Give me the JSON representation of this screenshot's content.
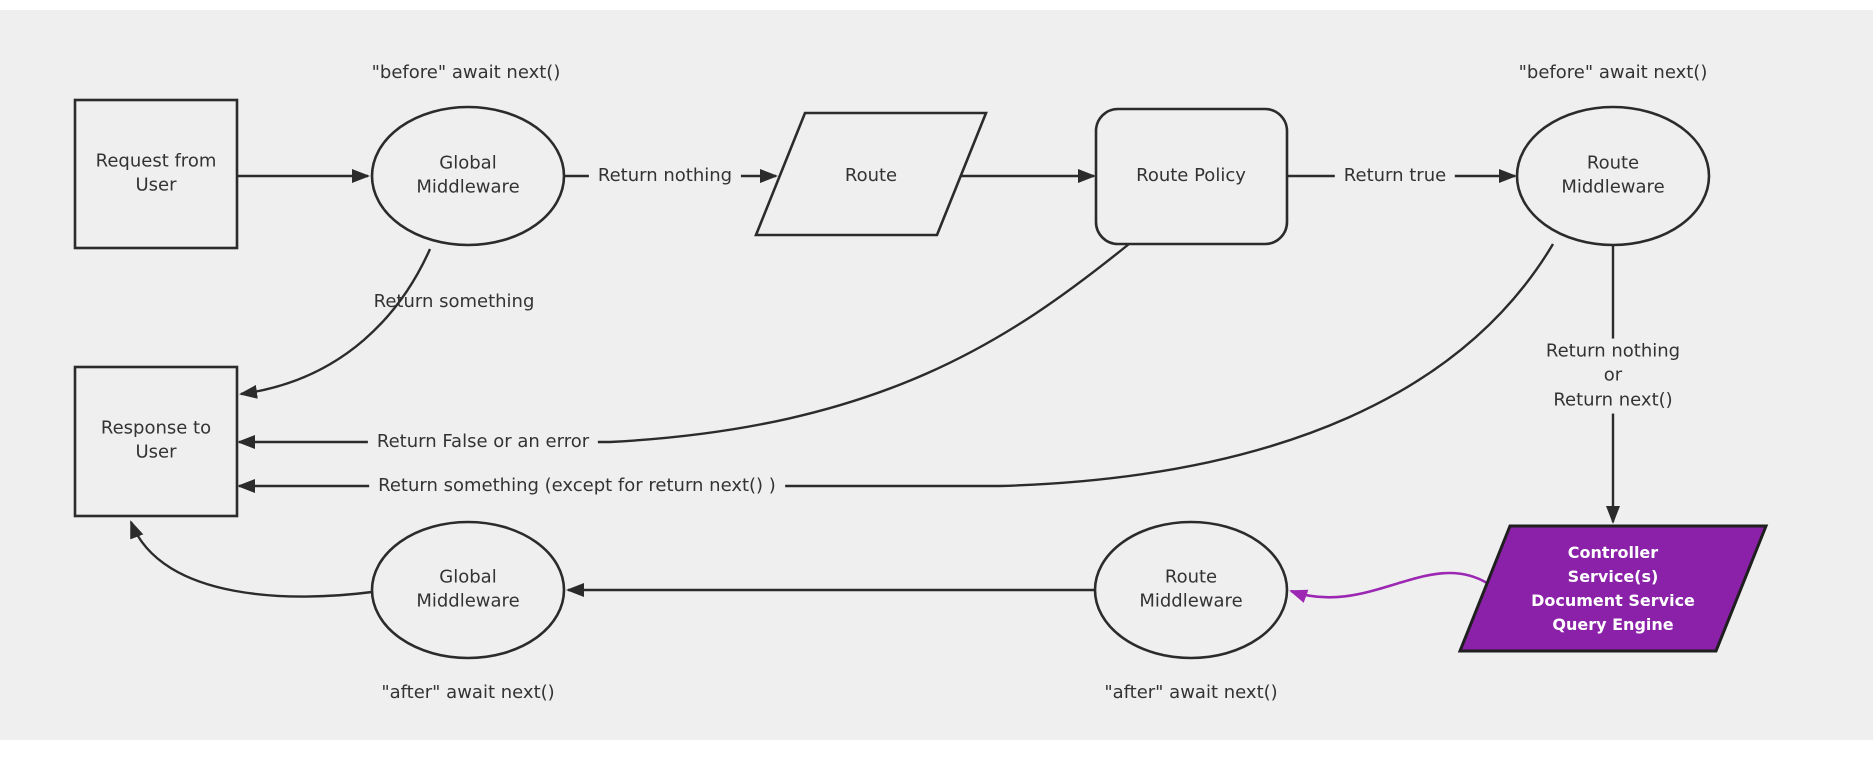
{
  "colors": {
    "background": "#efefef",
    "page_margin": "#ffffff",
    "line": "#2b2b2b",
    "text": "#333333",
    "highlight_fill": "#8a21a8",
    "highlight_text": "#ffffff",
    "highlight_arrow": "#9b27b2"
  },
  "nodes": {
    "request_from_user": {
      "label": "Request from\nUser",
      "shape": "rectangle"
    },
    "global_middleware_top": {
      "label": "Global\nMiddleware",
      "shape": "ellipse"
    },
    "route": {
      "label": "Route",
      "shape": "parallelogram"
    },
    "route_policy": {
      "label": "Route Policy",
      "shape": "rounded-rectangle"
    },
    "route_middleware_top": {
      "label": "Route\nMiddleware",
      "shape": "ellipse"
    },
    "response_to_user": {
      "label": "Response to\nUser",
      "shape": "rectangle"
    },
    "global_middleware_bottom": {
      "label": "Global\nMiddleware",
      "shape": "ellipse"
    },
    "route_middleware_bottom": {
      "label": "Route\nMiddleware",
      "shape": "ellipse"
    },
    "controller_services": {
      "label": "Controller\nService(s)\nDocument Service\nQuery Engine",
      "shape": "parallelogram"
    }
  },
  "edge_labels": {
    "before_await_next_left": "\"before\" await next()",
    "before_await_next_right": "\"before\" await next()",
    "return_nothing": "Return nothing",
    "return_true": "Return true",
    "return_something": "Return something",
    "return_false_or_error": "Return False or an error",
    "return_something_except": "Return something (except for return next() )",
    "return_nothing_or_next": "Return nothing\nor\nReturn next()",
    "after_await_next_left": "\"after\" await next()",
    "after_await_next_right": "\"after\" await next()"
  }
}
